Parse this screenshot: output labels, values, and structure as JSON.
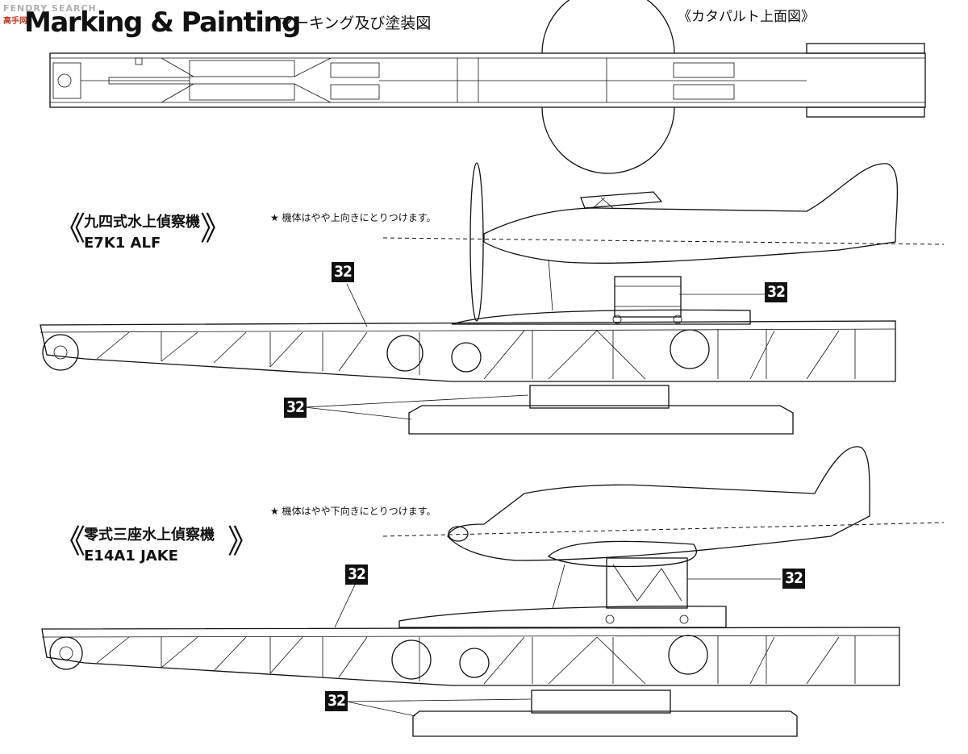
{
  "header": {
    "title": "Marking & Painting",
    "subtitle_jp": "マーキング及び塗装図",
    "topview_label": "《カタパルト上面図》",
    "watermark": "FENDRY SEARCH",
    "watermark_logo": "高手网"
  },
  "sections": [
    {
      "name_jp": "九四式水上偵察機",
      "name_en": "E7K1 ALF",
      "note": "★ 機体はやや上向きにとりつけます。",
      "part_numbers": [
        "32",
        "32",
        "32"
      ]
    },
    {
      "name_jp": "零式三座水上偵察機",
      "name_en": "E14A1 JAKE",
      "note": "★ 機体はやや下向きにとりつけます。",
      "part_numbers": [
        "32",
        "32",
        "32"
      ]
    }
  ]
}
